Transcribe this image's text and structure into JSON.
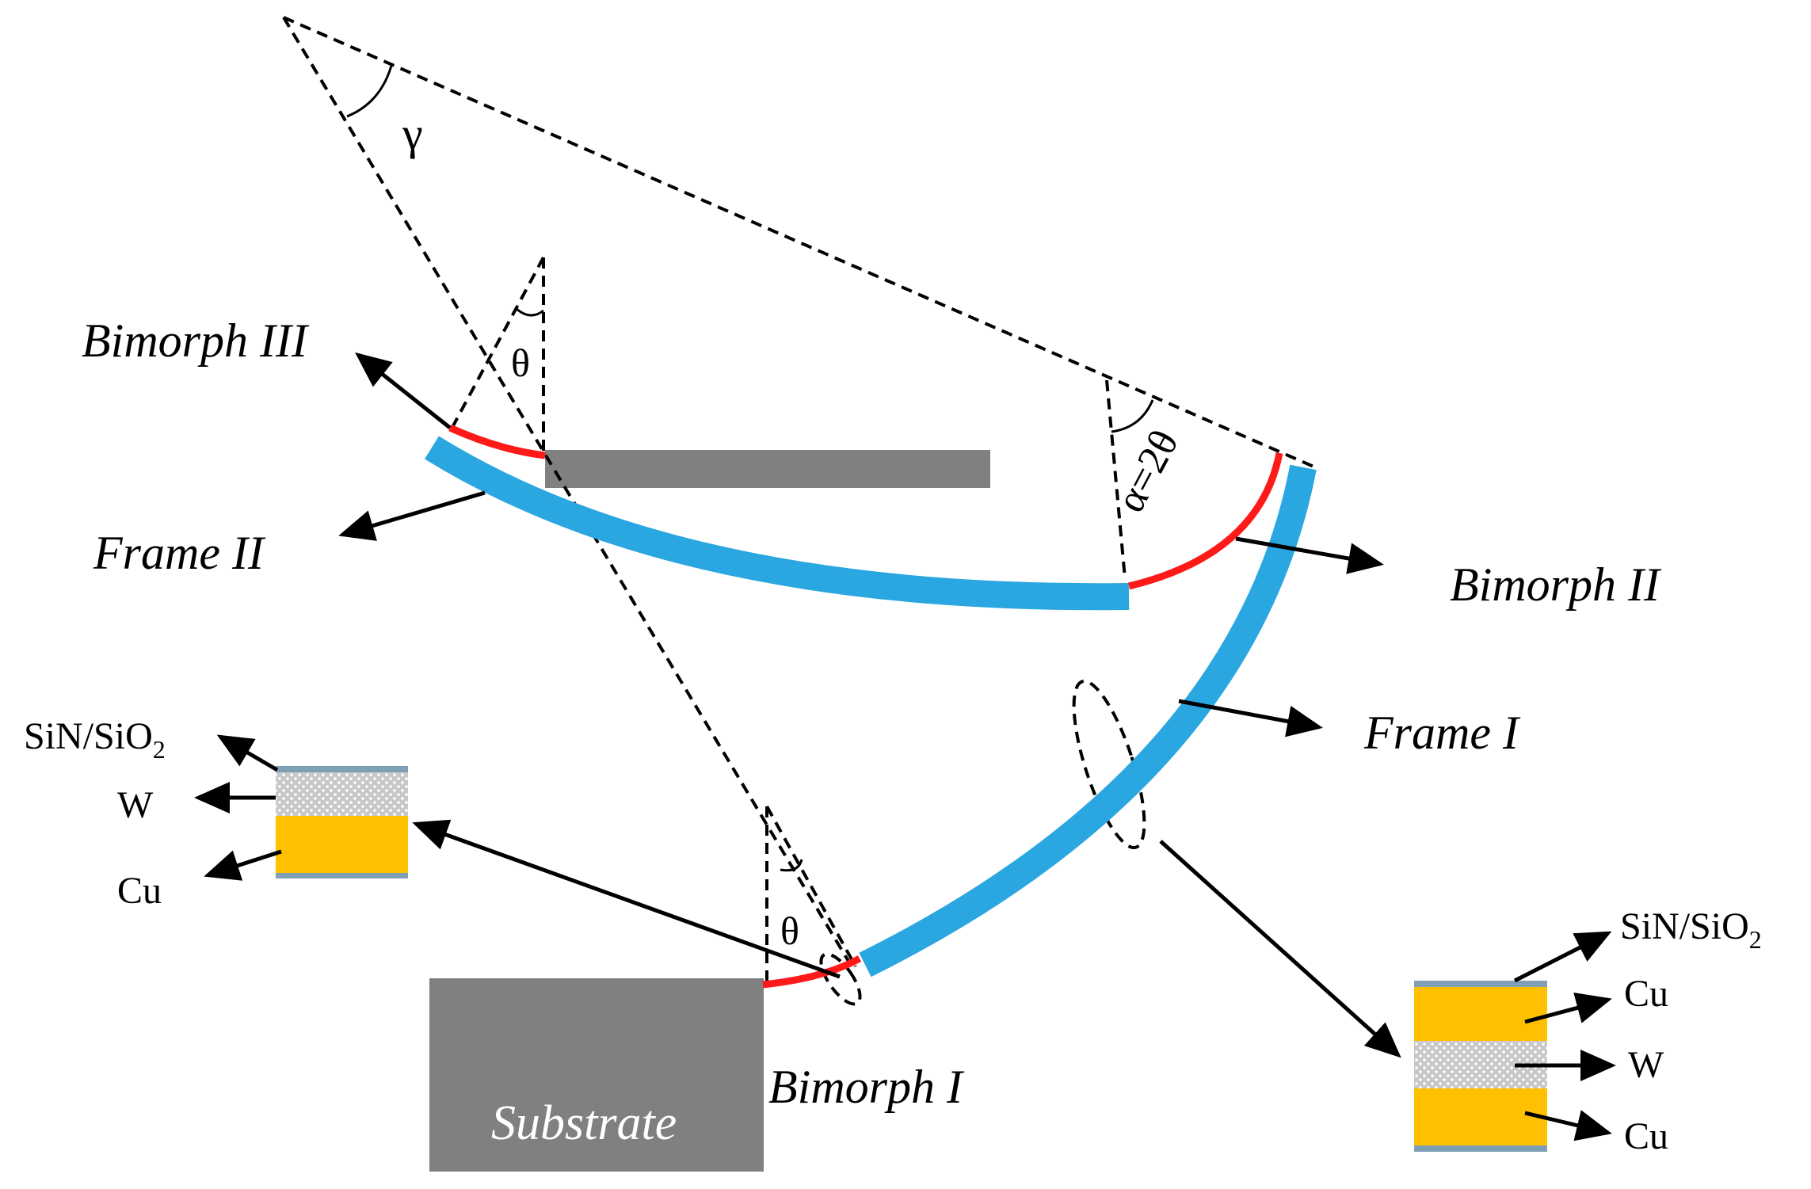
{
  "colors": {
    "frame": "#2aa6e0",
    "bimorph": "#ff1a1a",
    "substrate": "#808080",
    "copper": "#ffc000",
    "tungsten": "#c8c8c8",
    "dielectric": "#7f9fb5"
  },
  "labels": {
    "bimorph1": "Bimorph I",
    "bimorph2": "Bimorph II",
    "bimorph3": "Bimorph III",
    "frame1": "Frame I",
    "frame2": "Frame II",
    "substrate": "Substrate",
    "gamma": "γ",
    "theta_top": "θ",
    "theta_bottom": "θ",
    "alpha": "α=2θ"
  },
  "stack_left": {
    "layers": [
      {
        "name": "SiN/SiO",
        "subscript": "2"
      },
      {
        "name": "W"
      },
      {
        "name": "Cu"
      }
    ]
  },
  "stack_right": {
    "layers": [
      {
        "name": "SiN/SiO",
        "subscript": "2"
      },
      {
        "name": "Cu"
      },
      {
        "name": "W"
      },
      {
        "name": "Cu"
      }
    ]
  }
}
